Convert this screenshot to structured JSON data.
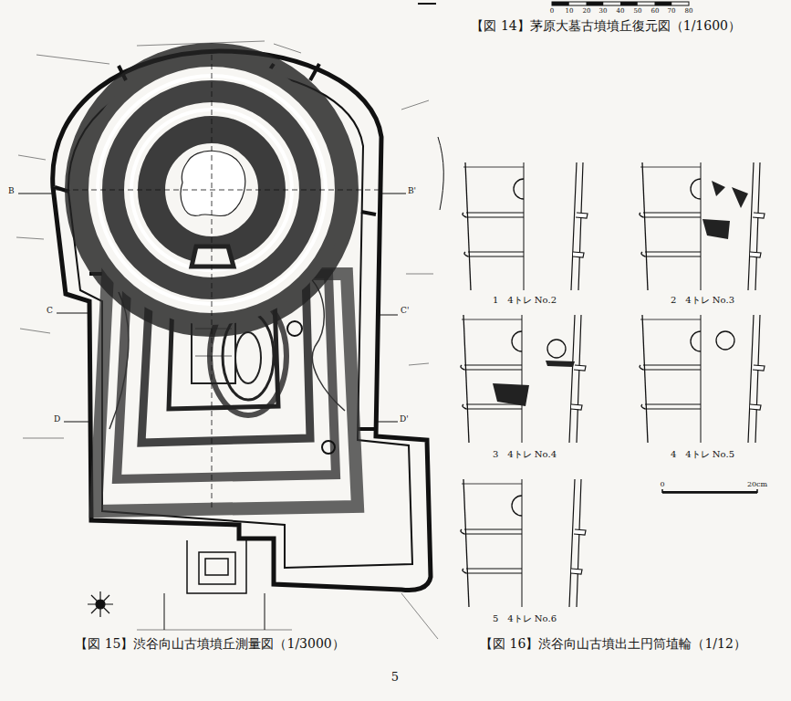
{
  "diagram": {
    "labels": [
      "【図 14】茅原大墓古墳墳丘復元図（1/1600）",
      "0",
      "10",
      "20",
      "30",
      "40",
      "50",
      "60",
      "70",
      "80",
      "B",
      "B'",
      "C",
      "C'",
      "D",
      "D'",
      "【図 15】渋谷向山古墳墳丘測量図（1/3000）",
      "1　4トレ No.2",
      "2　4トレ No.3",
      "3　4トレ No.4",
      "4　4トレ No.5",
      "5　4トレ No.6",
      "0",
      "20cm",
      "【図 16】渋谷向山古墳出土円筒埴輪（1/12）",
      "5"
    ]
  }
}
